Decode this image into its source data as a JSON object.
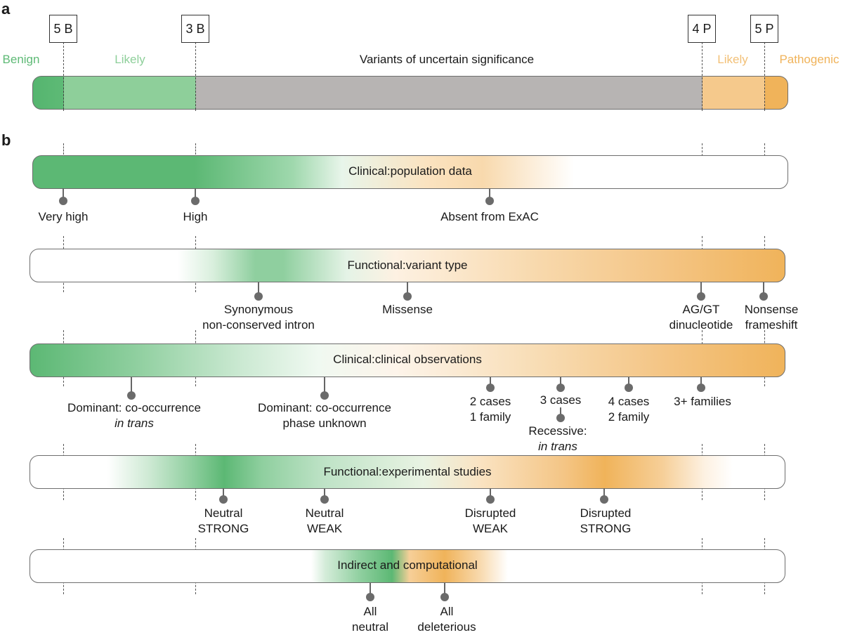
{
  "panel_a": {
    "letter": "a",
    "badges": {
      "b5": "5 B",
      "b3": "3 B",
      "p4": "4 P",
      "p5": "5 P"
    },
    "categories": {
      "benign": "Benign",
      "likely_benign": "Likely",
      "vus": "Variants of uncertain significance",
      "likely_pathogenic": "Likely",
      "pathogenic": "Pathogenic"
    },
    "colors": {
      "benign": "#5eba76",
      "likely_benign": "#8ecf9a",
      "vus": "#b7b4b3",
      "likely_pathogenic": "#f5c98c",
      "pathogenic": "#f0b35a"
    }
  },
  "panel_b": {
    "letter": "b",
    "bars": [
      {
        "title": "Clinical:population data",
        "labels": [
          {
            "line1": "Very high"
          },
          {
            "line1": "High"
          },
          {
            "line1": "Absent from ExAC"
          }
        ]
      },
      {
        "title": "Functional:variant type",
        "labels": [
          {
            "line1": "Synonymous",
            "line2": "non-conserved intron"
          },
          {
            "line1": "Missense"
          },
          {
            "line1": "AG/GT",
            "line2": "dinucleotide"
          },
          {
            "line1": "Nonsense",
            "line2": "frameshift"
          }
        ]
      },
      {
        "title": "Clinical:clinical observations",
        "labels": [
          {
            "line1": "Dominant: co-occurrence",
            "line2": "in trans"
          },
          {
            "line1": "Dominant: co-occurrence",
            "line2": "phase unknown"
          },
          {
            "line1": "2 cases",
            "line2": "1 family"
          },
          {
            "line1": "3 cases"
          },
          {
            "line1": "Recessive:",
            "line2": "in trans"
          },
          {
            "line1": "4 cases",
            "line2": "2 family"
          },
          {
            "line1": "3+ families"
          }
        ]
      },
      {
        "title": "Functional:experimental studies",
        "labels": [
          {
            "line1": "Neutral",
            "line2": "STRONG"
          },
          {
            "line1": "Neutral",
            "line2": "WEAK"
          },
          {
            "line1": "Disrupted",
            "line2": "WEAK"
          },
          {
            "line1": "Disrupted",
            "line2": "STRONG"
          }
        ]
      },
      {
        "title": "Indirect and computational",
        "labels": [
          {
            "line1": "All",
            "line2": "neutral"
          },
          {
            "line1": "All",
            "line2": "deleterious"
          }
        ]
      }
    ],
    "colors": {
      "benign_evidence": "#5cb874",
      "pathogenic_evidence": "#f0b35a"
    }
  }
}
